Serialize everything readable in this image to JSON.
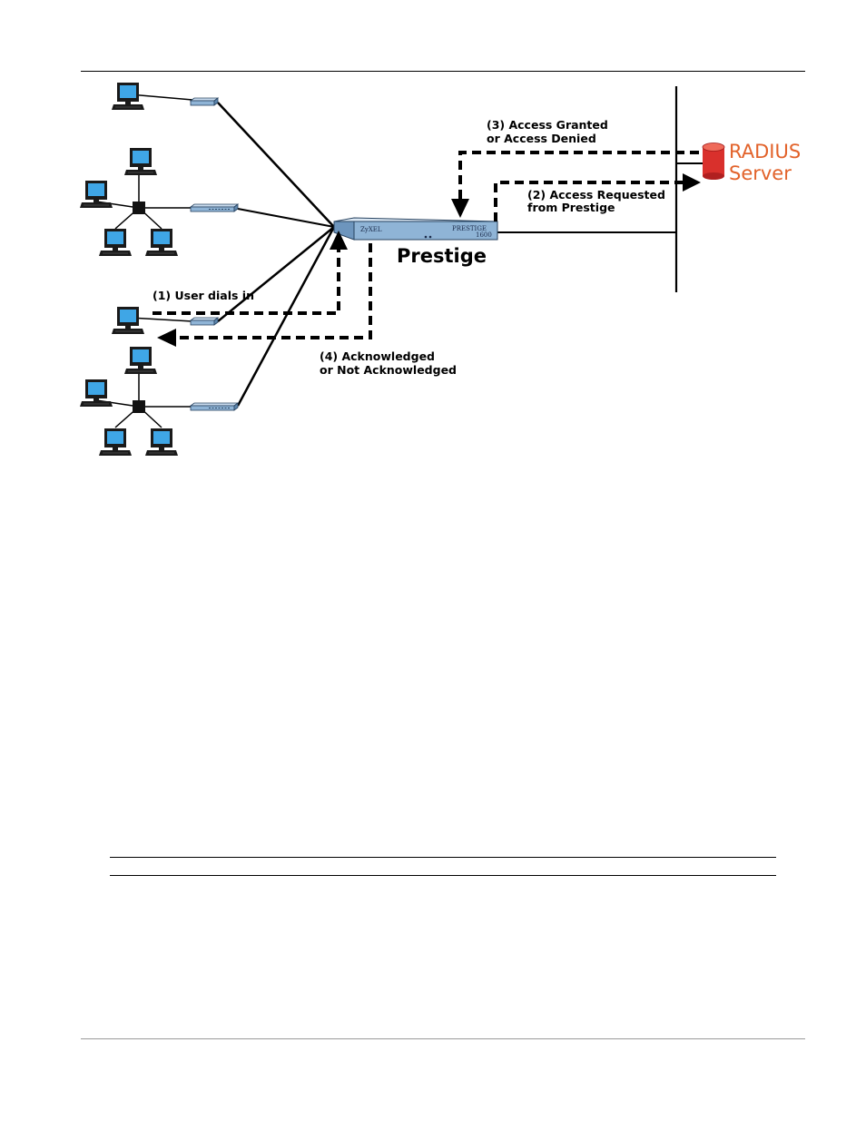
{
  "diagram": {
    "labels": {
      "step1": "(1)  User dials in",
      "step2_line1": "(2)  Access Requested",
      "step2_line2": "from Prestige",
      "step3_line1": "(3)  Access Granted",
      "step3_line2": "or Access Denied",
      "step4_line1": "(4)  Acknowledged",
      "step4_line2": "or Not Acknowledged",
      "device": "Prestige",
      "server_line1": "RADIUS",
      "server_line2": "Server",
      "device_brand": "ZyXEL",
      "device_model_line1": "PRESTIGE",
      "device_model_line2": "1600"
    },
    "colors": {
      "server_text": "#e2622a",
      "server_icon": "#d9302c",
      "monitor_screen": "#3fa6e6",
      "device_body": "#8fb4d6"
    },
    "icons": [
      "computer-icon",
      "hub-icon",
      "modem-icon",
      "router-icon",
      "database-icon"
    ]
  }
}
